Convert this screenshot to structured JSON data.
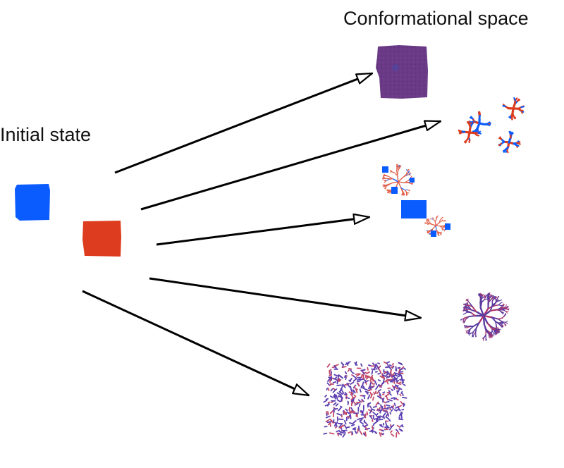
{
  "labels": {
    "initial_state": "Initial state",
    "conformational_space": "Conformational space"
  },
  "colors": {
    "blue": "#0a5cff",
    "red": "#dd3d1e",
    "purple": "#6a3a86",
    "arrow": "#000000"
  },
  "arrows": [
    {
      "target": "purple-square-state"
    },
    {
      "target": "small-dendrites-state"
    },
    {
      "target": "red-dendrite-with-blue-blocks-state"
    },
    {
      "target": "purple-dendrite-state"
    },
    {
      "target": "dispersed-particles-state"
    }
  ]
}
